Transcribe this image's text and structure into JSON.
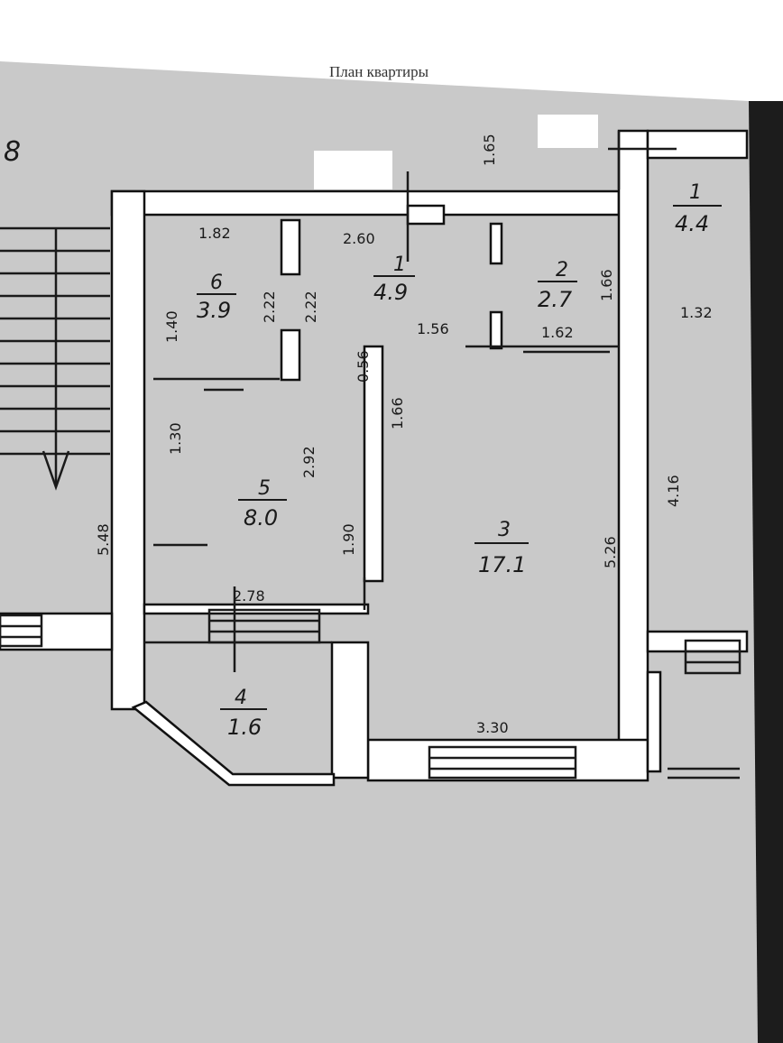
{
  "title": "План квартиры",
  "corner_label": "8",
  "rooms": [
    {
      "id": "6",
      "area": "3.9"
    },
    {
      "id": "1",
      "area": "4.9"
    },
    {
      "id": "2",
      "area": "2.7"
    },
    {
      "id": "5",
      "area": "8.0"
    },
    {
      "id": "3",
      "area": "17.1"
    },
    {
      "id": "4",
      "area": "1.6"
    },
    {
      "id": "1",
      "area": "4.4"
    }
  ],
  "dimensions": {
    "d182": "1.82",
    "d260": "2.60",
    "d165": "1.65",
    "d166a": "1.66",
    "d222a": "2.22",
    "d222b": "2.22",
    "d140": "1.40",
    "d156": "1.56",
    "d162": "1.62",
    "d132": "1.32",
    "d056": "0.56",
    "d166b": "1.66",
    "d130": "1.30",
    "d292": "2.92",
    "d548": "5.48",
    "d190": "1.90",
    "d526": "5.26",
    "d416": "4.16",
    "d278": "2.78",
    "d330": "3.30"
  },
  "colors": {
    "paper": "#c9c9c9",
    "wall": "#ffffff",
    "ink": "#1a1a1a",
    "edge": "#111111"
  }
}
